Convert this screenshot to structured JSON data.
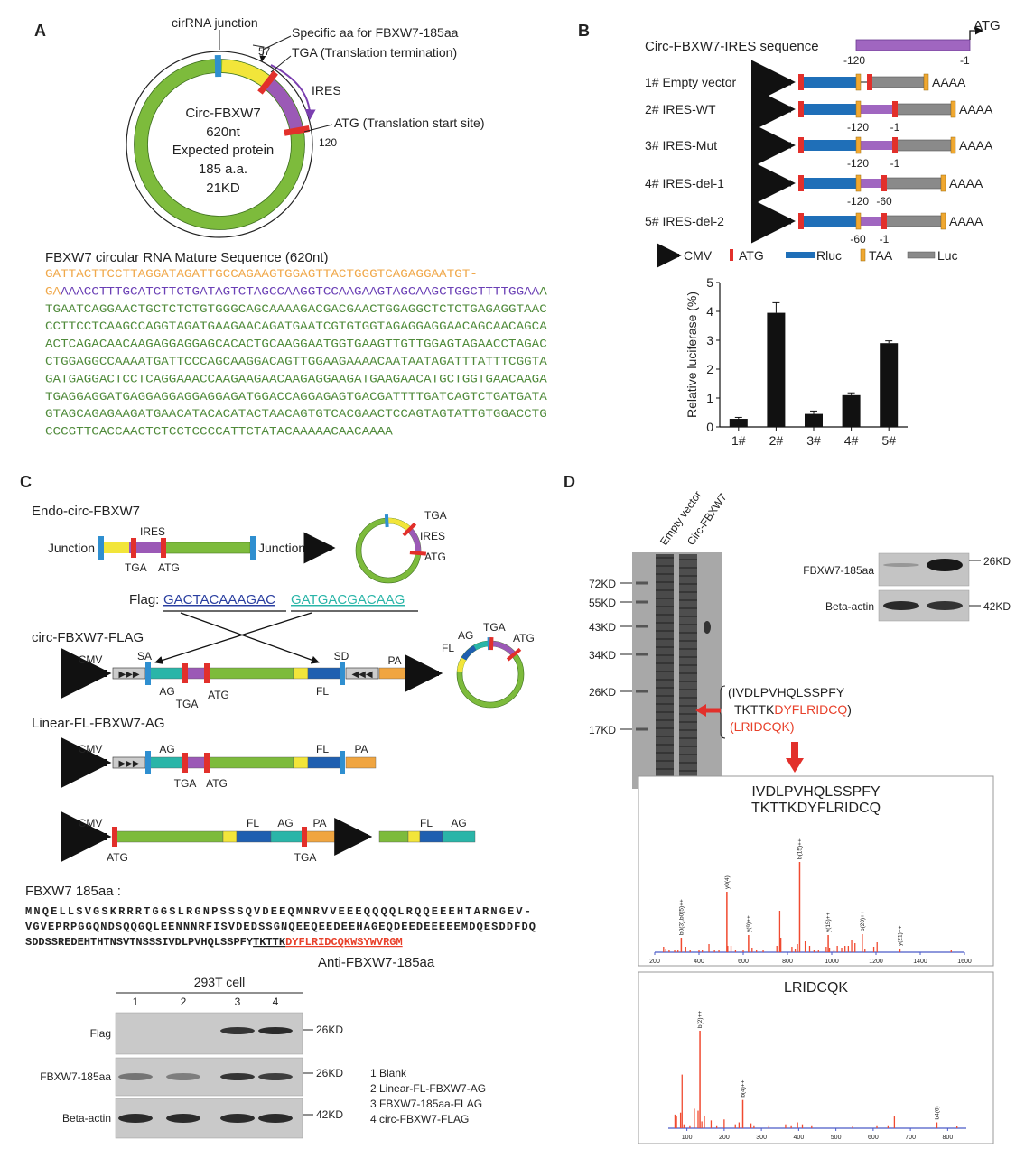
{
  "panels": {
    "a": "A",
    "b": "B",
    "c": "C",
    "d": "D"
  },
  "colors": {
    "green": "#7dbb3c",
    "yellow": "#f2e53a",
    "purple": "#9b59b6",
    "red": "#e2302b",
    "blue": "#2f8fd0",
    "rluc": "#1f6fb8",
    "taa": "#f0a830",
    "luc": "#8a8a8a",
    "teal": "#2ab5a8",
    "darkblue": "#1f5fb0",
    "orange": "#f0a540",
    "seq_orange": "#f0a84a",
    "seq_purple": "#6a3fb5",
    "seq_green": "#4f8a3a",
    "peak": "#f04a30",
    "axis": "#4a5ac8"
  },
  "panel_a": {
    "junction_label": "cirRNA junction",
    "specific_label": "Specific aa for FBXW7-185aa",
    "pos57": "57",
    "tga_label": "TGA (Translation termination)",
    "ires_label": "IRES",
    "atg_label": "ATG (Translation start site)",
    "pos120": "120",
    "center": [
      "Circ-FBXW7",
      "620nt",
      "Expected protein",
      "185 a.a.",
      "21KD"
    ],
    "seq_title": "FBXW7 circular RNA Mature Sequence (620nt)",
    "seq_lines": [
      {
        "orange": "GATTACTTCCTTAGGATAGATTGCCAGAAGTGGAGTTACTGGGTCAGAGGAATGT-",
        "purple": "",
        "green": ""
      },
      {
        "orange": "GA",
        "purple": "AAACCTTTGCATCTTCTGATAGTCTAGCCAAGGTCCAAGAAGTAGCAAGCTGGCTTTTGGAA",
        "green": "A"
      },
      {
        "orange": "",
        "purple": "",
        "green": "TGAATCAGGAACTGCTCTCTGTGGGCAGCAAAAGACGACGAACTGGAGGCTCTCTGAGAGGTAAC"
      },
      {
        "orange": "",
        "purple": "",
        "green": "CCTTCCTCAAGCCAGGTAGATGAAGAACAGATGAATCGTGTGGTAGAGGAGGAACAGCAACAGCA"
      },
      {
        "orange": "",
        "purple": "",
        "green": "ACTCAGACAACAAGAGGAGGAGCACACTGCAAGGAATGGTGAAGTTGTTGGAGTAGAACCTAGAC"
      },
      {
        "orange": "",
        "purple": "",
        "green": "CTGGAGGCCAAAATGATTCCCAGCAAGGACAGTTGGAAGAAAACAATAATAGATTTATTTCGGTA"
      },
      {
        "orange": "",
        "purple": "",
        "green": "GATGAGGACTCCTCAGGAAACCAAGAAGAACAAGAGGAAGATGAAGAACATGCTGGTGAACAAGA"
      },
      {
        "orange": "",
        "purple": "",
        "green": "TGAGGAGGATGAGGAGGAGGAGGAGATGGACCAGGAGAGTGACGATTTTGATCAGTCTGATGATA"
      },
      {
        "orange": "",
        "purple": "",
        "green": "GTAGCAGAGAAGATGAACATACACATACTAACAGTGTCACGAACTCCAGTAGTATTGTGGACCTG"
      },
      {
        "orange": "",
        "purple": "",
        "green": "CCCGTTCACCAACTCTCCTCCCCATTCTATACAAAAACAACAAAA"
      }
    ]
  },
  "panel_b": {
    "ires_seq_label": "Circ-FBXW7-IRES sequence",
    "atg": "ATG",
    "ires_start": "-120",
    "ires_end": "-1",
    "constructs": [
      {
        "name": "1# Empty vector",
        "left": "",
        "right": ""
      },
      {
        "name": "2# IRES-WT",
        "left": "-120",
        "right": "-1"
      },
      {
        "name": "3# IRES-Mut",
        "left": "-120",
        "right": "-1"
      },
      {
        "name": "4# IRES-del-1",
        "left": "-120",
        "right": "-60"
      },
      {
        "name": "5# IRES-del-2",
        "left": "-60",
        "right": "-1"
      }
    ],
    "polya": "AAAA",
    "legend": {
      "cmv": "CMV",
      "atg": "ATG",
      "rluc": "Rluc",
      "taa": "TAA",
      "luc": "Luc"
    }
  },
  "chart_data": {
    "type": "bar",
    "title": "",
    "xlabel": "",
    "ylabel": "Relative luciferase (%)",
    "categories": [
      "1#",
      "2#",
      "3#",
      "4#",
      "5#"
    ],
    "values": [
      0.28,
      3.95,
      0.45,
      1.1,
      2.9
    ],
    "errors": [
      0.05,
      0.35,
      0.1,
      0.08,
      0.08
    ],
    "ylim": [
      0,
      5
    ],
    "yticks": [
      "0",
      "1",
      "2",
      "3",
      "4",
      "5"
    ],
    "grid": false
  },
  "panel_c": {
    "endo_title": "Endo-circ-FBXW7",
    "junction": "Junction",
    "ires": "IRES",
    "tga": "TGA",
    "atg": "ATG",
    "flag_label": "Flag:",
    "flag_seq_1": "GACTACAAAGAC",
    "flag_seq_2": "GATGACGACAAG",
    "flag_construct_title": "circ-FBXW7-FLAG",
    "linear_title": "Linear-FL-FBXW7-AG",
    "cmv": "CMV",
    "sa": "SA",
    "sd": "SD",
    "pa": "PA",
    "ag": "AG",
    "fl": "FL",
    "aa_title": "FBXW7 185aa :",
    "aa_lines": [
      "MNQELLSVGSKRRRTGGSLRGNPSSSQVDEEQMNRVVEEEQQQQLRQQEEEHTARNGEV-",
      "VGVEPRPGGQNDSQQGQLEENNNRFISVDEDSSGNQEEQEEDEEHAGEQDEEDEEEEEMDQESDDFDQ",
      "SDDSSREDEHTHTNSVTNSSSIVDLPVHQLSSPFY"
    ],
    "aa_underlined": "TKTTK",
    "aa_red": "DYFLRIDCQKWSYWVRGM",
    "antibody_label": "Anti-FBXW7-185aa",
    "blot": {
      "cell": "293T cell",
      "lanes": [
        "1",
        "2",
        "3",
        "4"
      ],
      "rows": [
        {
          "label": "Flag",
          "size": "26KD",
          "bands": [
            0,
            0,
            0.8,
            0.85
          ]
        },
        {
          "label": "FBXW7-185aa",
          "size": "26KD",
          "bands": [
            0.45,
            0.4,
            0.8,
            0.75
          ]
        },
        {
          "label": "Beta-actin",
          "size": "42KD",
          "bands": [
            0.85,
            0.85,
            0.85,
            0.85
          ]
        }
      ],
      "legend": [
        "1 Blank",
        "2 Linear-FL-FBXW7-AG",
        "3 FBXW7-185aa-FLAG",
        "4 circ-FBXW7-FLAG"
      ]
    }
  },
  "panel_d": {
    "lanes": [
      "Empty vector",
      "Circ-FBXW7"
    ],
    "markers": [
      "72KD",
      "55KD",
      "43KD",
      "34KD",
      "26KD",
      "17KD"
    ],
    "peptide_1": "(IVDLPVHQLSSPFY",
    "peptide_2a": "TKTTK",
    "peptide_2b": "DYFLRIDCQ",
    "peptide_2c": ")",
    "peptide_3": "(LRIDCQK)",
    "wb_rows": [
      {
        "label": "FBXW7-185aa",
        "size": "26KD",
        "bands": [
          0.25,
          0.95
        ]
      },
      {
        "label": "Beta-actin",
        "size": "42KD",
        "bands": [
          0.85,
          0.8
        ]
      }
    ],
    "spectra": [
      {
        "title_lines": [
          "IVDLPVHQLSSPFY",
          "TKTTKDYFLRIDCQ"
        ],
        "xlim": [
          200,
          1600
        ],
        "xticks": [
          "200",
          "400",
          "600",
          "800",
          "1000",
          "1200",
          "1400",
          "1600"
        ],
        "labeled_peaks": [
          {
            "mz": 320,
            "intensity": 16,
            "label": "b0(3),b0(5)++"
          },
          {
            "mz": 526,
            "intensity": 67,
            "label": "y0(4)"
          },
          {
            "mz": 624,
            "intensity": 19,
            "label": "y(9)++"
          },
          {
            "mz": 855,
            "intensity": 100,
            "label": "b(15)++"
          },
          {
            "mz": 984,
            "intensity": 19,
            "label": "y(15)++"
          },
          {
            "mz": 1138,
            "intensity": 20,
            "label": "b(20)++"
          },
          {
            "mz": 1308,
            "intensity": 4,
            "label": "y(21)++"
          }
        ],
        "peaks": [
          [
            240,
            6
          ],
          [
            250,
            4
          ],
          [
            265,
            3
          ],
          [
            290,
            3
          ],
          [
            305,
            3
          ],
          [
            340,
            6
          ],
          [
            360,
            2
          ],
          [
            400,
            2
          ],
          [
            415,
            3
          ],
          [
            445,
            9
          ],
          [
            470,
            3
          ],
          [
            490,
            3
          ],
          [
            530,
            7
          ],
          [
            545,
            7
          ],
          [
            565,
            2
          ],
          [
            600,
            3
          ],
          [
            640,
            5
          ],
          [
            660,
            3
          ],
          [
            690,
            3
          ],
          [
            752,
            7
          ],
          [
            765,
            46
          ],
          [
            770,
            16
          ],
          [
            820,
            6
          ],
          [
            835,
            4
          ],
          [
            845,
            9
          ],
          [
            880,
            12
          ],
          [
            900,
            7
          ],
          [
            920,
            3
          ],
          [
            940,
            3
          ],
          [
            975,
            6
          ],
          [
            990,
            5
          ],
          [
            1010,
            3
          ],
          [
            1025,
            7
          ],
          [
            1045,
            5
          ],
          [
            1060,
            7
          ],
          [
            1075,
            7
          ],
          [
            1090,
            13
          ],
          [
            1105,
            10
          ],
          [
            1150,
            4
          ],
          [
            1190,
            6
          ],
          [
            1205,
            11
          ],
          [
            1540,
            3
          ]
        ]
      },
      {
        "title_lines": [
          "LRIDCQK"
        ],
        "xlim": [
          50,
          850
        ],
        "xticks": [
          "100",
          "200",
          "300",
          "400",
          "500",
          "600",
          "700",
          "800"
        ],
        "labeled_peaks": [
          {
            "mz": 135,
            "intensity": 100,
            "label": "b(2)++"
          },
          {
            "mz": 250,
            "intensity": 29,
            "label": "b(4)++"
          },
          {
            "mz": 771,
            "intensity": 6,
            "label": "b4(6)"
          }
        ],
        "peaks": [
          [
            68,
            14
          ],
          [
            72,
            12
          ],
          [
            83,
            16
          ],
          [
            87,
            55
          ],
          [
            92,
            4
          ],
          [
            108,
            3
          ],
          [
            120,
            20
          ],
          [
            130,
            18
          ],
          [
            140,
            7
          ],
          [
            147,
            13
          ],
          [
            165,
            8
          ],
          [
            180,
            3
          ],
          [
            200,
            9
          ],
          [
            230,
            4
          ],
          [
            240,
            6
          ],
          [
            272,
            5
          ],
          [
            280,
            3
          ],
          [
            320,
            3
          ],
          [
            365,
            4
          ],
          [
            380,
            3
          ],
          [
            397,
            6
          ],
          [
            410,
            4
          ],
          [
            435,
            3
          ],
          [
            545,
            2
          ],
          [
            610,
            3
          ],
          [
            640,
            3
          ],
          [
            657,
            12
          ],
          [
            825,
            2
          ]
        ]
      }
    ]
  }
}
